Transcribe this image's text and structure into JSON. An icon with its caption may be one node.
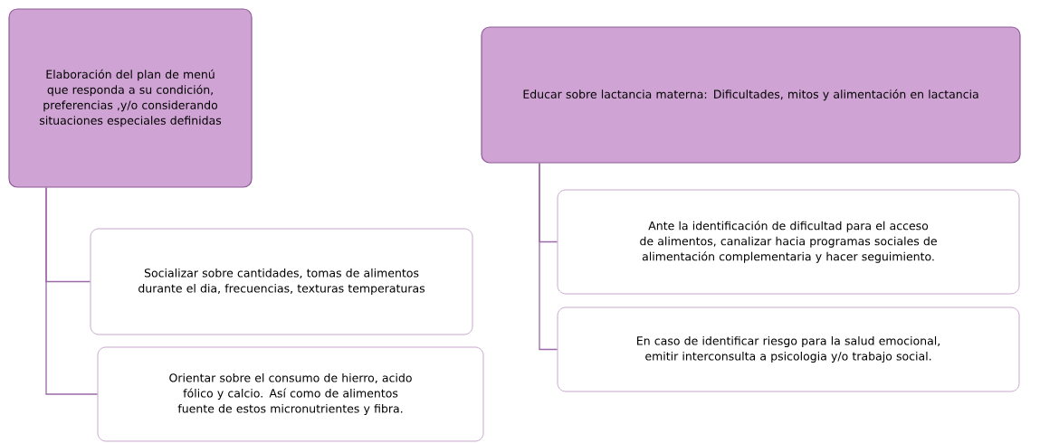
{
  "diagram": {
    "nodes": [
      {
        "text": [
          "Elaboración del plan de menú que responda a su condición, preferencias ,y/o considerando situaciones especiales definidas"
        ]
      },
      {
        "text": [
          "Socializar sobre cantidades, tomas de alimentos durante el dia, frecuencias, texturas temperaturas"
        ]
      },
      {
        "text": [
          "Orientar sobre el consumo de hierro, acido fólico y calcio. Así como de alimentos fuente de estos micronutrientes y fibra."
        ]
      },
      {
        "text": [
          "Educar sobre lactancia materna: Dificultades, mitos y alimentación en lactancia"
        ]
      },
      {
        "text": [
          "Ante la identificación de dificultad para el acceso de alimentos, canalizar hacia programas sociales de alimentación complementaria y hacer seguimiento."
        ]
      },
      {
        "text": [
          "En caso de identificar riesgo para la salud emocional, emitir interconsulta a psicologia y/o trabajo social."
        ]
      }
    ],
    "edges": [
      {
        "from": 0,
        "to": 1,
        "arrow": "none"
      },
      {
        "from": 0,
        "to": 2,
        "arrow": "none"
      },
      {
        "from": 3,
        "to": 4,
        "arrow": "none"
      },
      {
        "from": 3,
        "to": 5,
        "arrow": "none"
      }
    ]
  }
}
